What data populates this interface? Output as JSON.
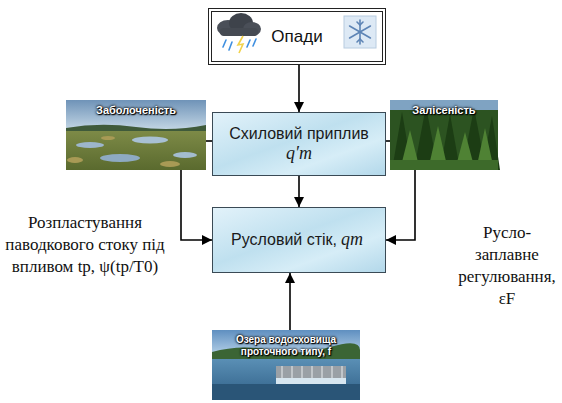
{
  "diagram": {
    "nodes": [
      {
        "text": [
          "Опади"
        ]
      },
      {
        "text": [
          "Заболоченість"
        ]
      },
      {
        "text": [
          "Схиловий приплив",
          "q′m"
        ]
      },
      {
        "text": [
          "Залісеність"
        ]
      },
      {
        "text": [
          "Русловий стік,",
          "qm"
        ]
      },
      {
        "text": [
          "Озера водосховища проточного типу, f"
        ]
      }
    ],
    "edges": [
      {
        "from": 0,
        "to": 2,
        "arrow": "to"
      },
      {
        "from": 1,
        "to": 2,
        "arrow": "none"
      },
      {
        "from": 3,
        "to": 2,
        "arrow": "none"
      },
      {
        "from": 1,
        "to": 4,
        "arrow": "to"
      },
      {
        "from": 3,
        "to": 4,
        "arrow": "to"
      },
      {
        "from": 2,
        "to": 4,
        "arrow": "to"
      },
      {
        "from": 5,
        "to": 4,
        "arrow": "to"
      }
    ],
    "labels": [
      "Розпластування паводкового стоку під впливом tp, ψ(tp/T0)",
      "Русло-заплавне регулювання, εF"
    ]
  }
}
